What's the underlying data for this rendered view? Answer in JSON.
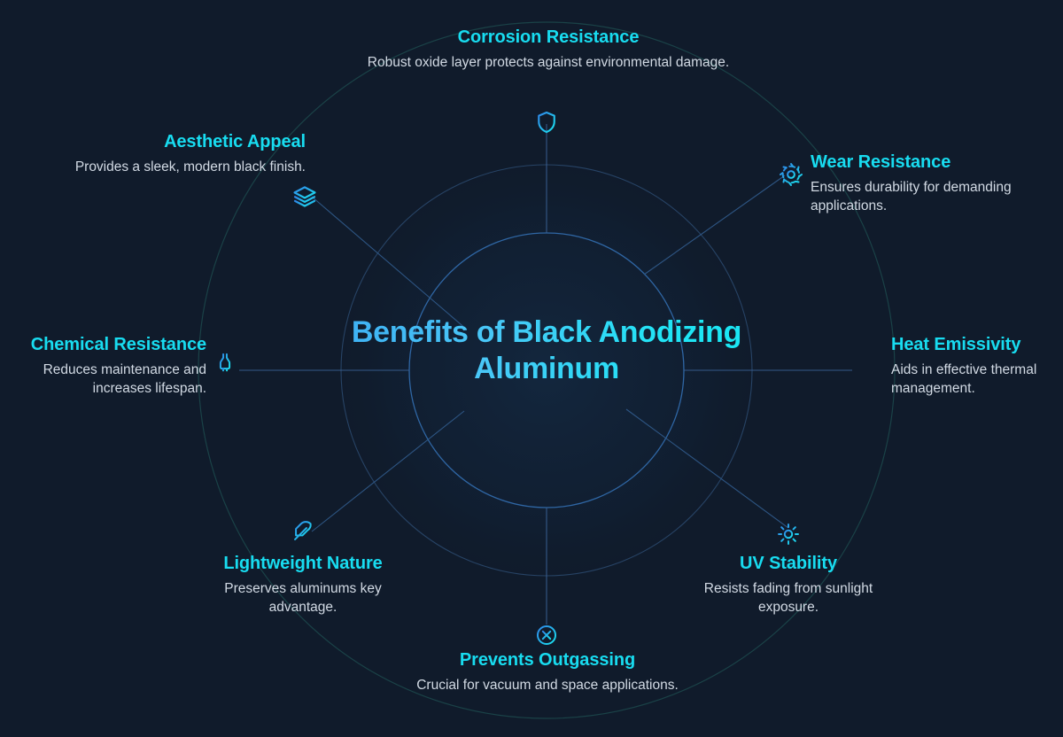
{
  "center": {
    "title": "Benefits of Black Anodizing Aluminum",
    "title_line1": "Benefits of Black Anodizing",
    "title_line2": "Aluminum"
  },
  "theme": {
    "background": "#101b2b",
    "accent_cyan": "#18dcf0",
    "title_gradient_start": "#3aa9f2",
    "title_gradient_end": "#13e8f2",
    "description_color": "#d2dae4",
    "spoke_line_color": "#2e4a6e",
    "inner_ring_color": "#2b6fb5",
    "mid_ring_color": "#2a4c78",
    "outer_ring_color": "#1f5f5e"
  },
  "nodes": [
    {
      "id": "corrosion",
      "title": "Corrosion Resistance",
      "desc": "Robust oxide layer protects against environmental damage.",
      "icon": "shield-icon",
      "angle_deg": 270
    },
    {
      "id": "aesthetic",
      "title": "Aesthetic Appeal",
      "desc": "Provides a sleek, modern black finish.",
      "icon": "layers-icon",
      "angle_deg": 225
    },
    {
      "id": "wear",
      "title": "Wear Resistance",
      "desc": "Ensures durability for demanding applications.",
      "icon": "gear-icon",
      "angle_deg": 315
    },
    {
      "id": "chemical",
      "title": "Chemical Resistance",
      "desc": "Reduces maintenance and increases lifespan.",
      "icon": "flask-icon",
      "angle_deg": 180
    },
    {
      "id": "heat",
      "title": "Heat Emissivity",
      "desc": "Aids in effective thermal management.",
      "icon": "heat-waves-icon",
      "angle_deg": 0
    },
    {
      "id": "uv",
      "title": "UV Stability",
      "desc": "Resists fading from sunlight exposure.",
      "icon": "sun-icon",
      "angle_deg": 45
    },
    {
      "id": "outgassing",
      "title": "Prevents Outgassing",
      "desc": "Crucial for vacuum and space applications.",
      "icon": "x-circle-icon",
      "angle_deg": 90
    },
    {
      "id": "lightweight",
      "title": "Lightweight Nature",
      "desc": "Preserves aluminums key advantage.",
      "icon": "feather-icon",
      "angle_deg": 135
    }
  ]
}
